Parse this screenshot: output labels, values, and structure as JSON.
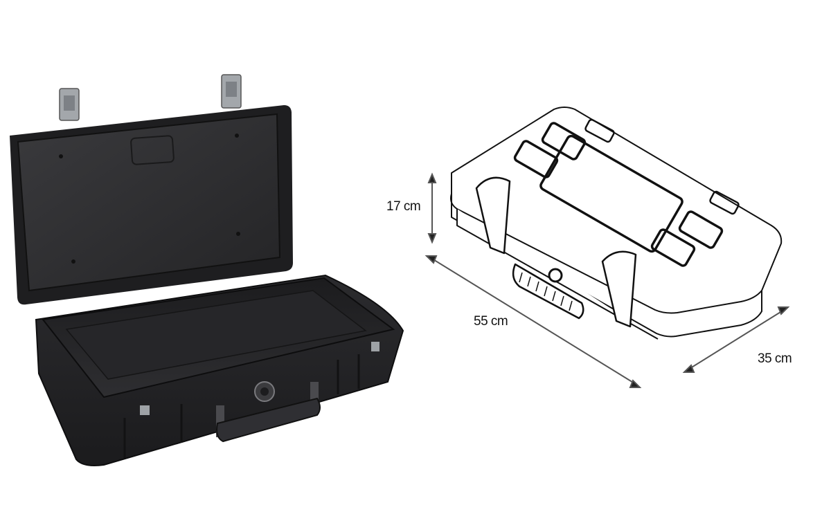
{
  "product": {
    "photo_alt": "open black hard case",
    "diagram_alt": "closed hard case line drawing with dimensions"
  },
  "dimensions": {
    "height": "17 cm",
    "length": "55 cm",
    "width": "35 cm"
  },
  "colors": {
    "case_body": "#2a2a2c",
    "case_shadow": "#161617",
    "case_highlight": "#3c3c3f",
    "latch_metal": "#9a9ea3",
    "line_art": "#111111",
    "dimension_arrow": "#555555",
    "background": "#ffffff"
  }
}
